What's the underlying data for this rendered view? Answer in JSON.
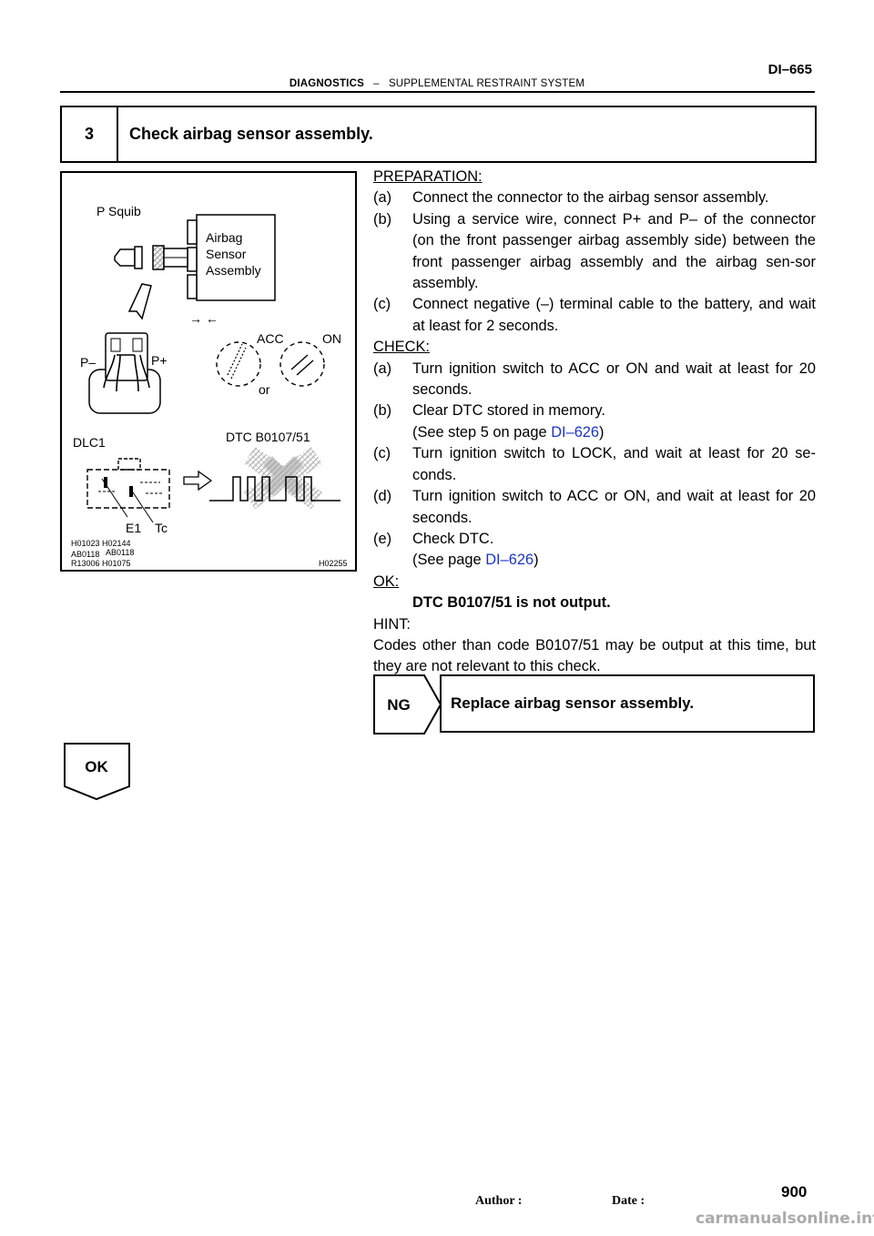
{
  "header": {
    "section": "DIAGNOSTICS",
    "separator": "–",
    "subsection": "SUPPLEMENTAL RESTRAINT SYSTEM",
    "page_code": "DI–665"
  },
  "step": {
    "number": "3",
    "title": "Check airbag sensor assembly."
  },
  "figure": {
    "labels": {
      "p_squib": "P Squib",
      "airbag": "Airbag",
      "sensor": "Sensor",
      "assembly": "Assembly",
      "arrows": "→ ←",
      "acc": "ACC",
      "on": "ON",
      "or": "or",
      "p_minus": "P–",
      "p_plus": "P+",
      "dlc1": "DLC1",
      "dtc": "DTC B0107/51",
      "e1": "E1",
      "tc": "Tc"
    },
    "codes": {
      "row1": "H01023  H02144",
      "row2a": "AB0118",
      "row2b": "AB0118",
      "row3": "R13006  H01075",
      "main": "H02255"
    }
  },
  "preparation": {
    "heading": "PREPARATION:",
    "items": [
      {
        "label": "(a)",
        "text": "Connect the connector to the airbag sensor assembly."
      },
      {
        "label": "(b)",
        "text": "Using a service wire, connect P+ and P– of the connector (on the front passenger airbag assembly side) between the front passenger airbag assembly and the airbag sen-sor assembly."
      },
      {
        "label": "(c)",
        "text": "Connect negative (–) terminal cable to the battery, and wait at least for 2 seconds."
      }
    ]
  },
  "check": {
    "heading": "CHECK:",
    "a": {
      "label": "(a)",
      "text": "Turn ignition switch to ACC or ON and wait at least for 20 seconds."
    },
    "b": {
      "label": "(b)",
      "text": "Clear DTC stored in memory.",
      "ref_pre": "(See step 5 on page ",
      "ref_link": "DI–626",
      "ref_post": ")"
    },
    "c": {
      "label": "(c)",
      "text": "Turn ignition switch to LOCK, and wait at least for 20 se-conds."
    },
    "d": {
      "label": "(d)",
      "text": "Turn ignition switch to ACC or ON, and wait at least for 20 seconds."
    },
    "e": {
      "label": "(e)",
      "text": "Check DTC.",
      "ref_pre": "(See page ",
      "ref_link": "DI–626",
      "ref_post": ")"
    }
  },
  "ok_result": {
    "heading": "OK:",
    "text": "DTC B0107/51 is not output."
  },
  "hint": {
    "heading": "HINT:",
    "text": "Codes other than code B0107/51 may be output at this time, but they are not relevant to this check."
  },
  "ng": {
    "tab": "NG",
    "action": "Replace airbag sensor assembly."
  },
  "ok_tab": "OK",
  "footer": {
    "author": "Author :",
    "date": "Date :",
    "page": "900",
    "watermark": "carmanualsonline.info"
  }
}
